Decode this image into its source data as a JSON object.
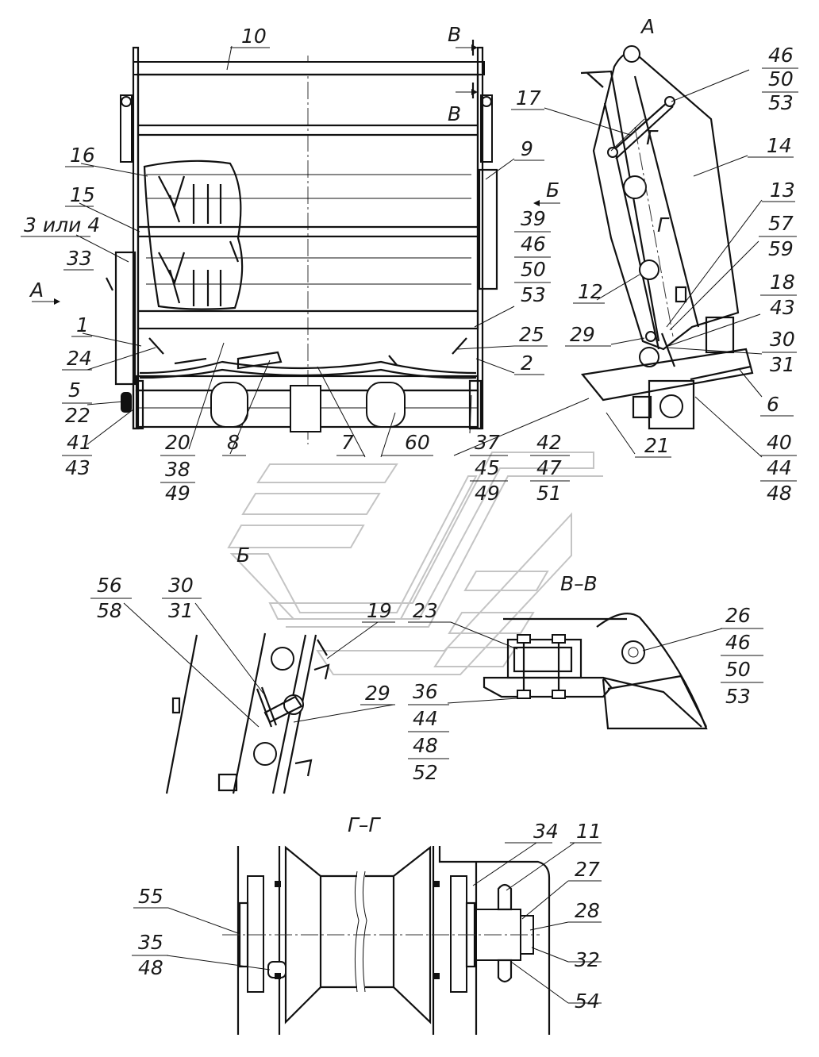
{
  "views": {
    "main": "",
    "a": "А",
    "b": "Б",
    "vv": "В–В",
    "gg": "Г–Г"
  },
  "section_marks": {
    "v_top": "В",
    "v_bottom": "В",
    "b_arrow": "Б",
    "a_arrow": "А",
    "g_top": "Г",
    "g_bottom": "Г"
  },
  "callouts": [
    {
      "id": "c10",
      "lines": [
        "10"
      ]
    },
    {
      "id": "c16",
      "lines": [
        "16"
      ]
    },
    {
      "id": "c15",
      "lines": [
        "15"
      ]
    },
    {
      "id": "c3",
      "lines": [
        "3 или 4"
      ]
    },
    {
      "id": "c33",
      "lines": [
        "33"
      ]
    },
    {
      "id": "c1",
      "lines": [
        "1"
      ]
    },
    {
      "id": "c24",
      "lines": [
        "24"
      ]
    },
    {
      "id": "c5",
      "lines": [
        "5",
        "22"
      ]
    },
    {
      "id": "c41",
      "lines": [
        "41",
        "43"
      ]
    },
    {
      "id": "c20",
      "lines": [
        "20",
        "38",
        "49"
      ]
    },
    {
      "id": "c8",
      "lines": [
        "8"
      ]
    },
    {
      "id": "c7",
      "lines": [
        "7"
      ]
    },
    {
      "id": "c60",
      "lines": [
        "60"
      ]
    },
    {
      "id": "c37",
      "lines": [
        "37",
        "45",
        "49"
      ]
    },
    {
      "id": "c42",
      "lines": [
        "42",
        "47",
        "51"
      ]
    },
    {
      "id": "c9",
      "lines": [
        "9"
      ]
    },
    {
      "id": "c39",
      "lines": [
        "39",
        "46",
        "50",
        "53"
      ]
    },
    {
      "id": "c25",
      "lines": [
        "25"
      ]
    },
    {
      "id": "c2",
      "lines": [
        "2"
      ]
    },
    {
      "id": "c46a",
      "lines": [
        "46",
        "50",
        "53"
      ]
    },
    {
      "id": "c17",
      "lines": [
        "17"
      ]
    },
    {
      "id": "c14",
      "lines": [
        "14"
      ]
    },
    {
      "id": "c13",
      "lines": [
        "13"
      ]
    },
    {
      "id": "c57",
      "lines": [
        "57",
        "59"
      ]
    },
    {
      "id": "c12",
      "lines": [
        "12"
      ]
    },
    {
      "id": "c18",
      "lines": [
        "18",
        "43"
      ]
    },
    {
      "id": "c29a",
      "lines": [
        "29"
      ]
    },
    {
      "id": "c30a",
      "lines": [
        "30",
        "31"
      ]
    },
    {
      "id": "c6",
      "lines": [
        "6"
      ]
    },
    {
      "id": "c21",
      "lines": [
        "21"
      ]
    },
    {
      "id": "c40",
      "lines": [
        "40",
        "44",
        "48"
      ]
    },
    {
      "id": "c56",
      "lines": [
        "56",
        "58"
      ]
    },
    {
      "id": "c30b",
      "lines": [
        "30",
        "31"
      ]
    },
    {
      "id": "c19",
      "lines": [
        "19"
      ]
    },
    {
      "id": "c29b",
      "lines": [
        "29"
      ]
    },
    {
      "id": "c23",
      "lines": [
        "23"
      ]
    },
    {
      "id": "c36",
      "lines": [
        "36",
        "44",
        "48",
        "52"
      ]
    },
    {
      "id": "c26",
      "lines": [
        "26",
        "46",
        "50",
        "53"
      ]
    },
    {
      "id": "c34",
      "lines": [
        "34"
      ]
    },
    {
      "id": "c11",
      "lines": [
        "11"
      ]
    },
    {
      "id": "c27",
      "lines": [
        "27"
      ]
    },
    {
      "id": "c28",
      "lines": [
        "28"
      ]
    },
    {
      "id": "c32",
      "lines": [
        "32"
      ]
    },
    {
      "id": "c54",
      "lines": [
        "54"
      ]
    },
    {
      "id": "c55",
      "lines": [
        "55"
      ]
    },
    {
      "id": "c35",
      "lines": [
        "35",
        "48"
      ]
    }
  ]
}
